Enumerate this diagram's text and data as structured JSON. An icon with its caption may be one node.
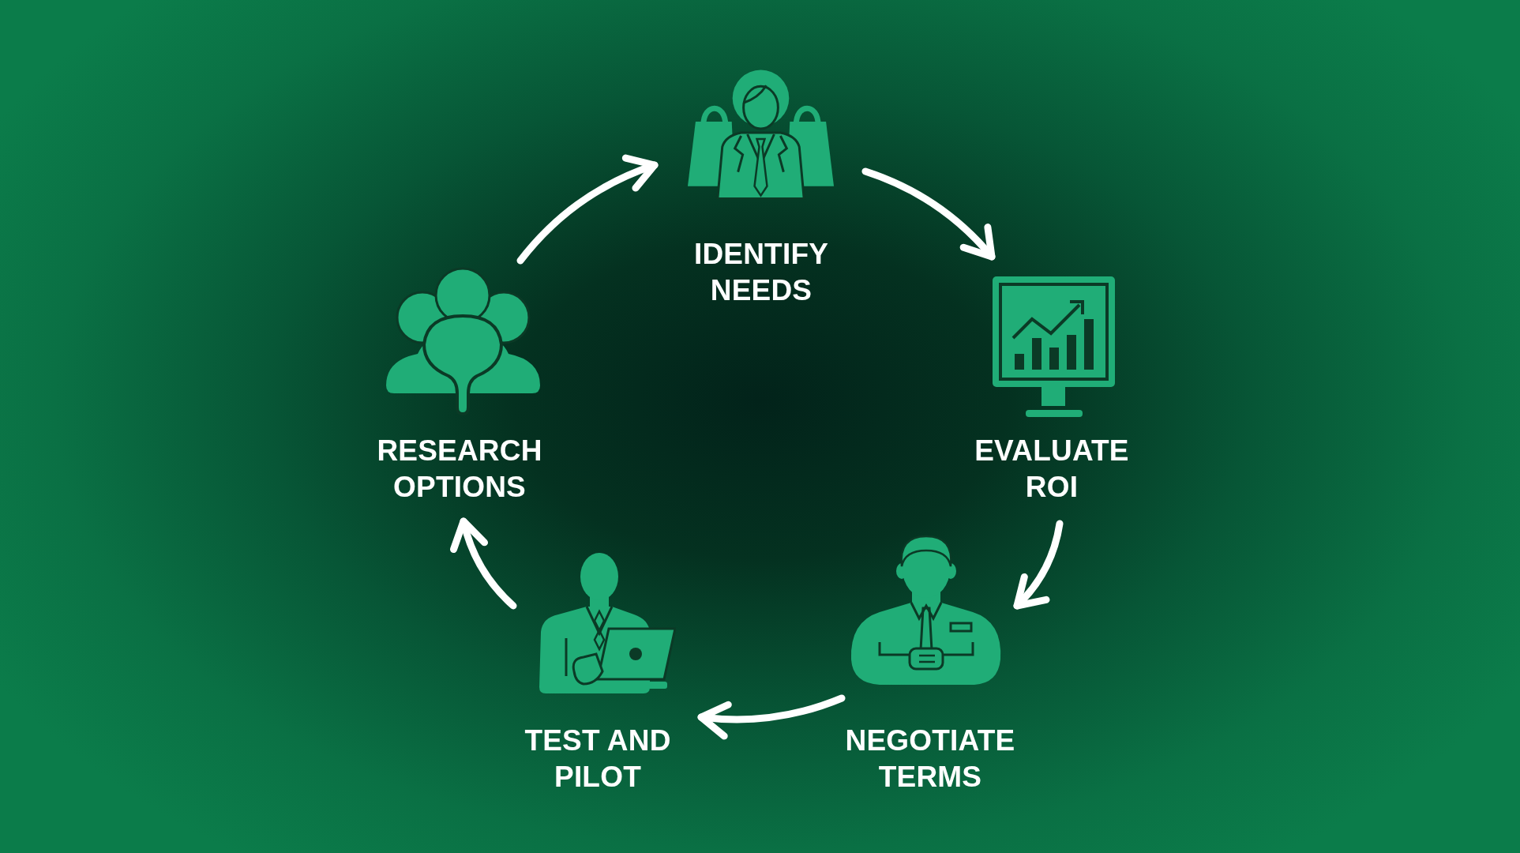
{
  "diagram": {
    "nodes": [
      {
        "text": [
          "IDENTIFY NEEDS"
        ]
      },
      {
        "text": [
          "EVALUATE ROI"
        ]
      },
      {
        "text": [
          "NEGOTIATE TERMS"
        ]
      },
      {
        "text": [
          "TEST AND PILOT"
        ]
      },
      {
        "text": [
          "RESEARCH OPTIONS"
        ]
      }
    ],
    "edges": [
      {
        "from": 0,
        "to": 1,
        "arrow": "to"
      },
      {
        "from": 1,
        "to": 2,
        "arrow": "to"
      },
      {
        "from": 2,
        "to": 3,
        "arrow": "to"
      },
      {
        "from": 3,
        "to": 4,
        "arrow": "to"
      },
      {
        "from": 4,
        "to": 0,
        "arrow": "to"
      }
    ]
  }
}
